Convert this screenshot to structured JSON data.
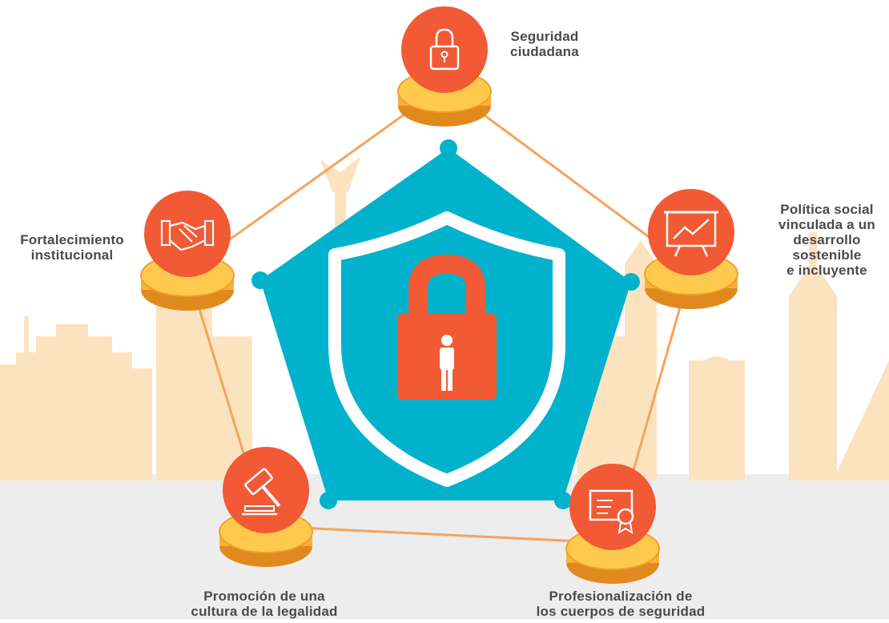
{
  "diagram": {
    "center": {
      "icon": "padlock-person-icon",
      "shield_color": "#00b2cc",
      "lock_color": "#f15a35"
    },
    "nodes": [
      {
        "id": "seguridad",
        "lines": [
          "Seguridad",
          "ciudadana"
        ],
        "icon": "padlock-icon"
      },
      {
        "id": "politica",
        "lines": [
          "Política social",
          "vinculada a un",
          "desarrollo",
          "sostenible",
          "e incluyente"
        ],
        "icon": "presentation-chart-icon"
      },
      {
        "id": "profesionalizacion",
        "lines": [
          "Profesionalización de",
          "los cuerpos de seguridad"
        ],
        "icon": "certificate-icon"
      },
      {
        "id": "promocion",
        "lines": [
          "Promoción de una",
          "cultura de la legalidad"
        ],
        "icon": "gavel-icon"
      },
      {
        "id": "fortalecimiento",
        "lines": [
          "Fortalecimiento",
          "institucional"
        ],
        "icon": "handshake-icon"
      }
    ],
    "colors": {
      "node_orange": "#f15a35",
      "coin_yellow": "#fbb03b",
      "connector": "#f7a35c",
      "pentagon": "#00b2cc",
      "skyline": "#fbe3c0",
      "ground": "#ededed"
    }
  }
}
